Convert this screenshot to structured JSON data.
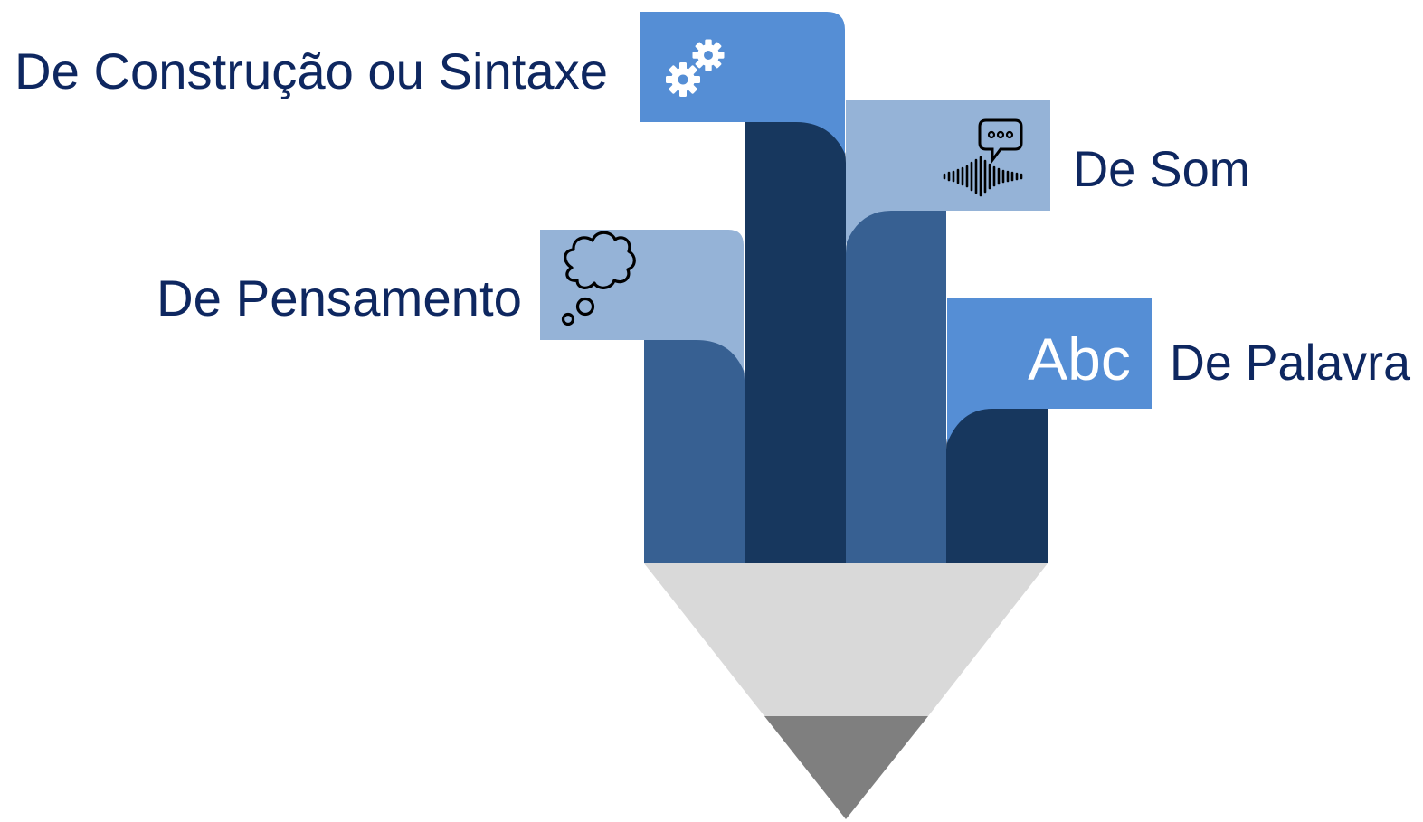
{
  "colors": {
    "text": "#0e2760",
    "tab_bright": "#558ed5",
    "tab_light": "#95b3d7",
    "bar_mid": "#376092",
    "bar_dark": "#17375e",
    "pencil_wood": "#d9d9d9",
    "pencil_lead": "#7f7f7f"
  },
  "figures": {
    "construcao": {
      "label": "De Construção ou Sintaxe",
      "icon": "gears-icon"
    },
    "som": {
      "label": "De Som",
      "icon": "speech-sound-wave-icon"
    },
    "pensamento": {
      "label": "De Pensamento",
      "icon": "thought-bubble-icon"
    },
    "palavra": {
      "label": "De Palavra",
      "icon_text": "Abc"
    }
  }
}
